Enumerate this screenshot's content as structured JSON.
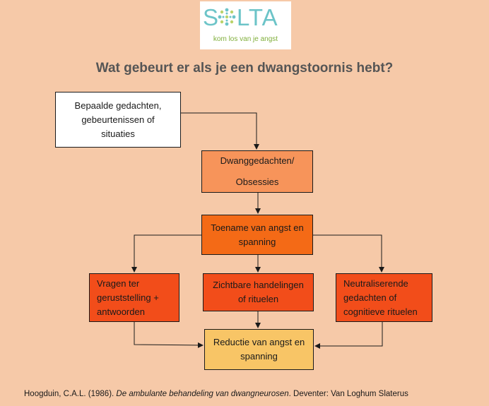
{
  "logo": {
    "word": "SOLTA",
    "tagline": "kom los van je angst",
    "colors": {
      "word": "#6cc4c8",
      "tagline": "#7fae3a",
      "dots": [
        "#6cc4c8",
        "#b9d36a"
      ]
    }
  },
  "title": "Wat gebeurt er als je een dwangstoornis hebt?",
  "boxes": {
    "trigger": "Bepaalde gedachten,\ngebeurtenissen of\nsituaties",
    "obsessions": "Dwanggedachten/\nObsessies",
    "anxiety": "Toename van angst en\nspanning",
    "reassurance": "Vragen ter\ngeruststelling +\nantwoorden",
    "rituals": "Zichtbare handelingen\nof rituelen",
    "neutralizing": "Neutraliserende\ngedachten of\ncognitieve rituelen",
    "reduction": "Reductie van angst en\nspanning"
  },
  "citation": {
    "author": "Hoogduin, C.A.L. (1986). ",
    "work": "De ambulante behandeling van dwangneurosen",
    "publisher": ". Deventer: Van Loghum Slaterus"
  },
  "colors": {
    "background": "#f6c9a8",
    "obsessions": "#f7945a",
    "anxiety": "#f46a16",
    "responses": "#f24d1a",
    "reduction": "#f8c566"
  }
}
